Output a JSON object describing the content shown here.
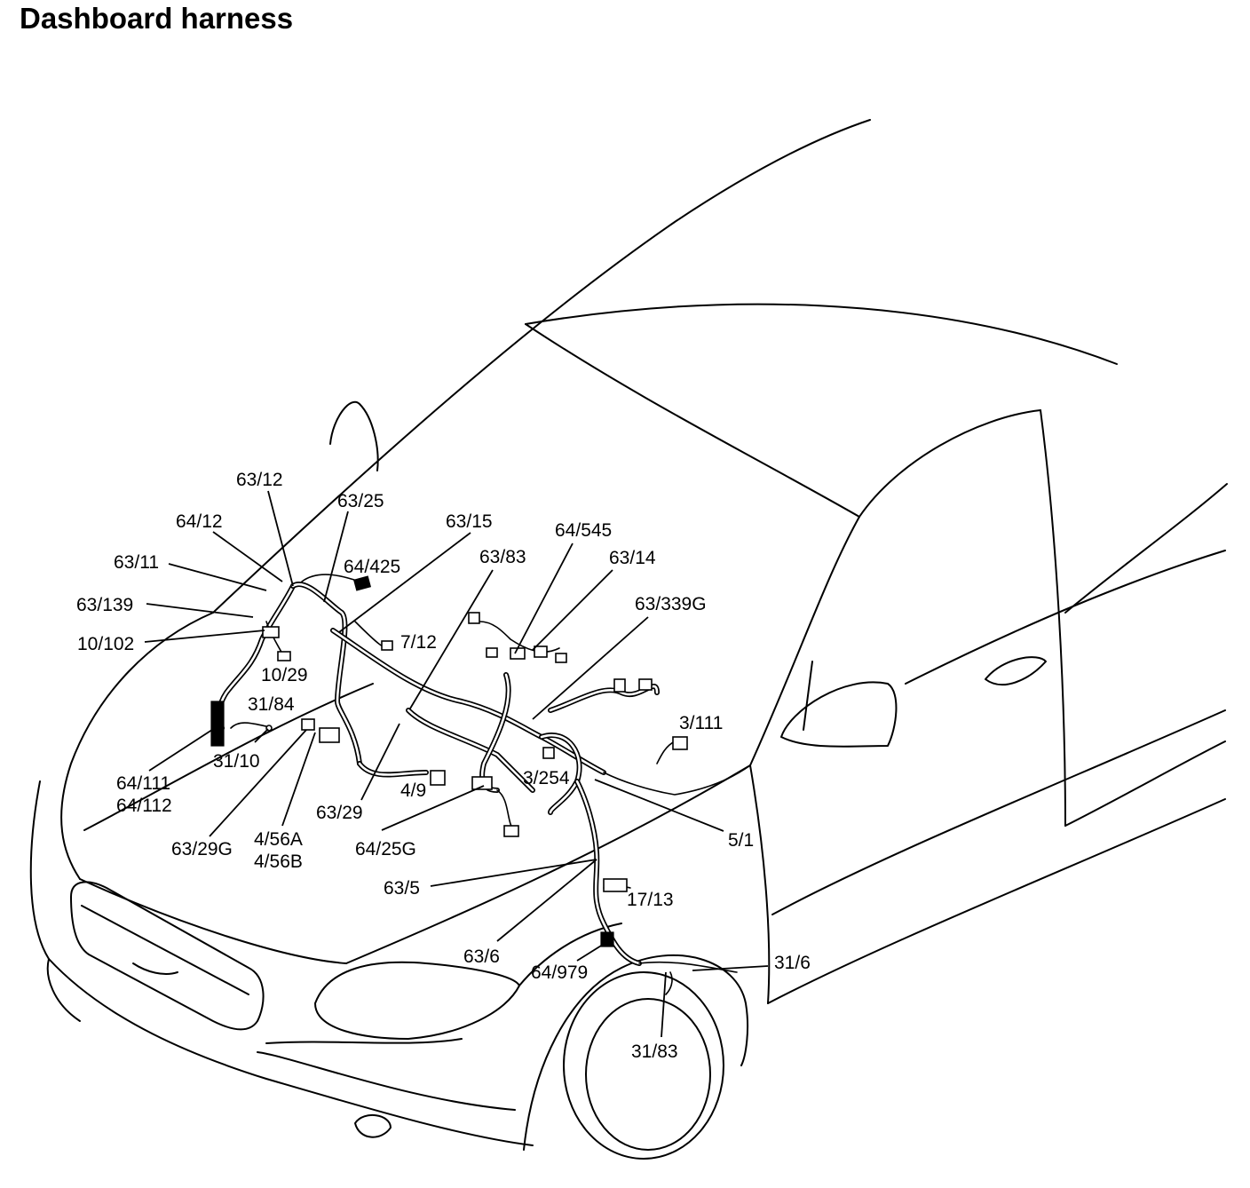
{
  "title": "Dashboard harness",
  "labels": [
    {
      "id": "63-12",
      "text": "63/12"
    },
    {
      "id": "63-25",
      "text": "63/25"
    },
    {
      "id": "64-12",
      "text": "64/12"
    },
    {
      "id": "63-15",
      "text": "63/15"
    },
    {
      "id": "64-545",
      "text": "64/545"
    },
    {
      "id": "63-83",
      "text": "63/83"
    },
    {
      "id": "63-14",
      "text": "63/14"
    },
    {
      "id": "63-11",
      "text": "63/11"
    },
    {
      "id": "64-425",
      "text": "64/425"
    },
    {
      "id": "63-339g",
      "text": "63/339G"
    },
    {
      "id": "63-139",
      "text": "63/139"
    },
    {
      "id": "7-12",
      "text": "7/12"
    },
    {
      "id": "10-102",
      "text": "10/102"
    },
    {
      "id": "10-29",
      "text": "10/29"
    },
    {
      "id": "31-84",
      "text": "31/84"
    },
    {
      "id": "3-111",
      "text": "3/111"
    },
    {
      "id": "31-10",
      "text": "31/10"
    },
    {
      "id": "64-111",
      "text": "64/111"
    },
    {
      "id": "64-112",
      "text": "64/112"
    },
    {
      "id": "4-9",
      "text": "4/9"
    },
    {
      "id": "3-254",
      "text": "3/254"
    },
    {
      "id": "63-29",
      "text": "63/29"
    },
    {
      "id": "5-1",
      "text": "5/1"
    },
    {
      "id": "63-29g",
      "text": "63/29G"
    },
    {
      "id": "4-56a",
      "text": "4/56A"
    },
    {
      "id": "4-56b",
      "text": "4/56B"
    },
    {
      "id": "64-25g",
      "text": "64/25G"
    },
    {
      "id": "63-5",
      "text": "63/5"
    },
    {
      "id": "17-13",
      "text": "17/13"
    },
    {
      "id": "63-6",
      "text": "63/6"
    },
    {
      "id": "31-6",
      "text": "31/6"
    },
    {
      "id": "64-979",
      "text": "64/979"
    },
    {
      "id": "31-83",
      "text": "31/83"
    }
  ]
}
